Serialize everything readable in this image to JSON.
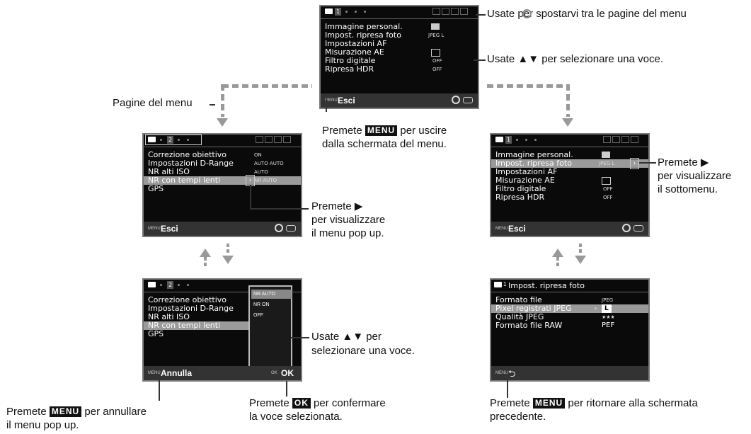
{
  "top_screen": {
    "tab_number": "1",
    "items": [
      {
        "label": "Immagine personal.",
        "value": ""
      },
      {
        "label": "Impost. ripresa foto",
        "value": "JPEG L"
      },
      {
        "label": "Impostazioni AF",
        "value": ""
      },
      {
        "label": "Misurazione AE",
        "value": ""
      },
      {
        "label": "Filtro digitale",
        "value": "OFF"
      },
      {
        "label": "Ripresa HDR",
        "value": "OFF"
      }
    ],
    "footer_menu": "MENU",
    "footer_label": "Esci"
  },
  "left_screen": {
    "tab_number": "2",
    "items": [
      {
        "label": "Correzione obiettivo",
        "value": "ON"
      },
      {
        "label": "Impostazioni D-Range",
        "value": "AUTO AUTO"
      },
      {
        "label": "NR alti ISO",
        "value": "AUTO"
      },
      {
        "label": "NR con tempi lenti",
        "value": "NR AUTO"
      },
      {
        "label": "GPS",
        "value": ""
      }
    ],
    "footer_menu": "MENU",
    "footer_label": "Esci"
  },
  "popup_screen": {
    "tab_number": "2",
    "items": [
      {
        "label": "Correzione obiettivo"
      },
      {
        "label": "Impostazioni D-Range"
      },
      {
        "label": "NR alti ISO"
      },
      {
        "label": "NR con tempi lenti"
      },
      {
        "label": "GPS"
      }
    ],
    "popup_options": [
      "NR AUTO",
      "NR ON",
      "OFF"
    ],
    "footer_menu": "MENU",
    "footer_label": "Annulla",
    "footer_ok_icon": "OK",
    "footer_ok": "OK"
  },
  "right_screen": {
    "tab_number": "1",
    "items": [
      {
        "label": "Immagine personal.",
        "value": ""
      },
      {
        "label": "Impost. ripresa foto",
        "value": "JPEG L"
      },
      {
        "label": "Impostazioni AF",
        "value": ""
      },
      {
        "label": "Misurazione AE",
        "value": ""
      },
      {
        "label": "Filtro digitale",
        "value": "OFF"
      },
      {
        "label": "Ripresa HDR",
        "value": "OFF"
      }
    ],
    "footer_menu": "MENU",
    "footer_label": "Esci"
  },
  "sub_screen": {
    "title": "Impost. ripresa foto",
    "title_num": "1",
    "items": [
      {
        "label": "Formato file",
        "value": "JPEG"
      },
      {
        "label": "Pixel registrati JPEG",
        "value": "L"
      },
      {
        "label": "Qualità JPEG",
        "value": "★★★"
      },
      {
        "label": "Formato file RAW",
        "value": "PEF"
      }
    ],
    "footer_menu": "MENU"
  },
  "annotations": {
    "dial_note": "Usate  per spostarvi tra le pagine del menu",
    "select_note": "Usate ▲▼ per selezionare una voce.",
    "pages_label": "Pagine del menu",
    "exit_note_pre": "Premete",
    "exit_note_key": "MENU",
    "exit_note_post": "per uscire",
    "exit_note_line2": "dalla schermata del menu.",
    "popup_note_1": "Premete ▶",
    "popup_note_2": "per visualizzare",
    "popup_note_3": "il menu pop up.",
    "submenu_note_1": "Premete ▶",
    "submenu_note_2": "per visualizzare",
    "submenu_note_3": "il sottomenu.",
    "select2_note_1": "Usate ▲▼ per",
    "select2_note_2": "selezionare una voce.",
    "cancel_note_pre": "Premete",
    "cancel_note_key": "MENU",
    "cancel_note_post": "per annullare",
    "cancel_note_line2": "il menu pop up.",
    "confirm_note_pre": "Premete",
    "confirm_note_key": "OK",
    "confirm_note_post": "per confermare",
    "confirm_note_line2": "la voce selezionata.",
    "return_note_pre": "Premete",
    "return_note_key": "MENU",
    "return_note_post": "per ritornare alla schermata",
    "return_note_line2": "precedente."
  }
}
